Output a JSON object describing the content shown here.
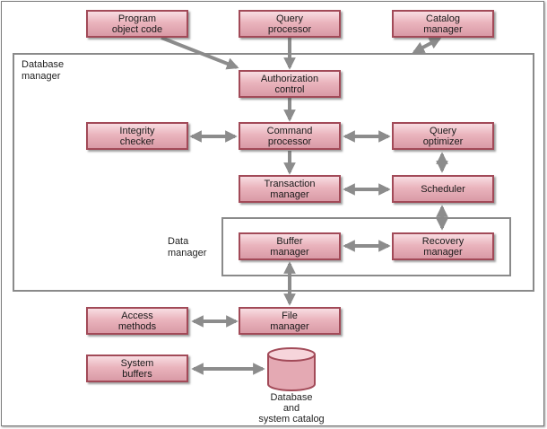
{
  "regions": {
    "database_manager": "Database\nmanager",
    "data_manager": "Data\nmanager"
  },
  "boxes": {
    "program_object_code": "Program\nobject code",
    "query_processor": "Query\nprocessor",
    "catalog_manager": "Catalog\nmanager",
    "authorization_control": "Authorization\ncontrol",
    "integrity_checker": "Integrity\nchecker",
    "command_processor": "Command\nprocessor",
    "query_optimizer": "Query\noptimizer",
    "transaction_manager": "Transaction\nmanager",
    "scheduler": "Scheduler",
    "buffer_manager": "Buffer\nmanager",
    "recovery_manager": "Recovery\nmanager",
    "file_manager": "File\nmanager",
    "access_methods": "Access\nmethods",
    "system_buffers": "System\nbuffers"
  },
  "storage": {
    "label": "Database\nand\nsystem catalog"
  },
  "colors": {
    "box_border": "#a24a58",
    "box_fill_top": "#f8dde2",
    "box_fill_bottom": "#d99aa6",
    "arrow": "#8c8c8c",
    "region_border": "#8a8a8a"
  }
}
